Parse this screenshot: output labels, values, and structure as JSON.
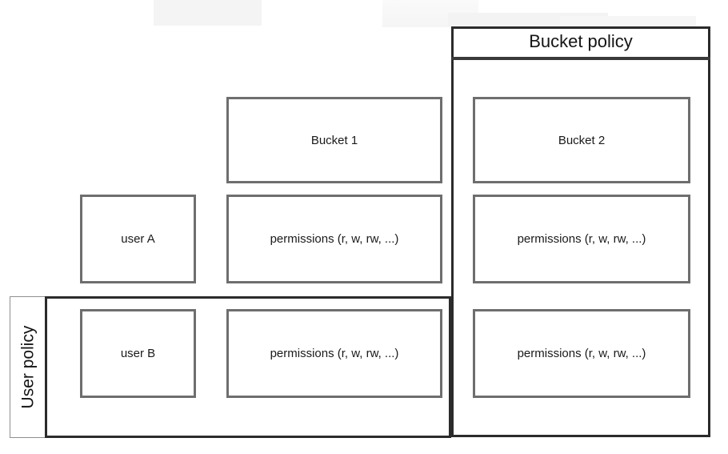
{
  "diagram": {
    "title_bucket_policy": "Bucket policy",
    "title_user_policy": "User policy",
    "colors": {
      "container_border": "#2b2b2b",
      "box_border": "#6e6e6e",
      "text": "#141414",
      "background": "#ffffff"
    },
    "buckets": [
      {
        "id": "bucket-1",
        "label": "Bucket 1"
      },
      {
        "id": "bucket-2",
        "label": "Bucket 2"
      }
    ],
    "users": [
      {
        "id": "user-a",
        "label": "user A"
      },
      {
        "id": "user-b",
        "label": "user B"
      }
    ],
    "permissions": {
      "user_a_bucket_1": "permissions (r, w, rw, ...)",
      "user_a_bucket_2": "permissions (r, w, rw, ...)",
      "user_b_bucket_1": "permissions (r, w, rw, ...)",
      "user_b_bucket_2": "permissions (r, w, rw, ...)"
    }
  }
}
